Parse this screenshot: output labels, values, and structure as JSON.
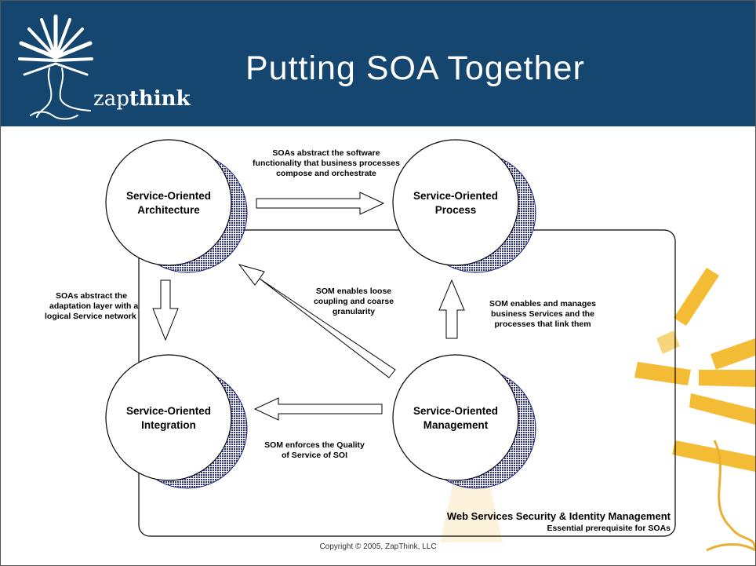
{
  "slide": {
    "title": "Putting SOA Together",
    "brand_prefix": "zap",
    "brand_suffix": "think",
    "copyright": "Copyright © 2005, ZapThink, LLC"
  },
  "nodes": {
    "soa": {
      "line1": "Service-Oriented",
      "line2": "Architecture"
    },
    "sop": {
      "line1": "Service-Oriented",
      "line2": "Process"
    },
    "soi": {
      "line1": "Service-Oriented",
      "line2": "Integration"
    },
    "som": {
      "line1": "Service-Oriented",
      "line2": "Management"
    }
  },
  "edges": {
    "soa_to_sop": [
      "SOAs abstract the software",
      "functionality that business processes",
      "compose and orchestrate"
    ],
    "soa_to_soi": [
      "SOAs abstract the",
      "adaptation layer with a",
      "logical Service network"
    ],
    "som_to_soa": [
      "SOM enables loose",
      "coupling and coarse",
      "granularity"
    ],
    "som_to_sop": [
      "SOM enables and manages",
      "business Services and the",
      "processes that link them"
    ],
    "som_to_soi": [
      "SOM enforces the Quality",
      "of Service of SOI"
    ]
  },
  "container": {
    "title": "Web Services Security & Identity Management",
    "subtitle": "Essential prerequisite for SOAs"
  },
  "colors": {
    "header": "#15466f",
    "shadow": "#2b2f8f",
    "sun": "#f2b51e"
  }
}
